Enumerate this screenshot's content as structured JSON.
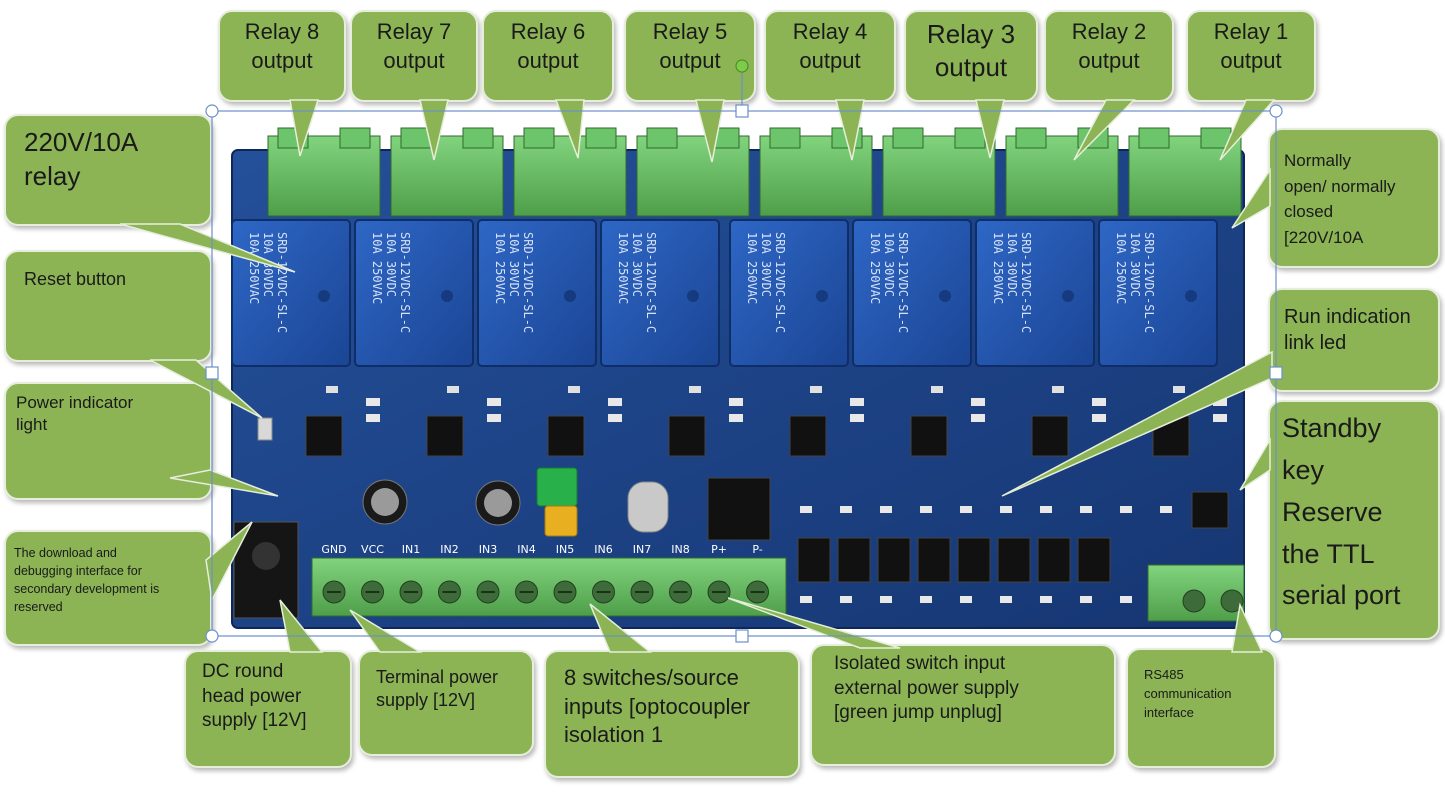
{
  "colors": {
    "callout": "#8cb455",
    "callout_border": "#e6eedb",
    "pcb": "#1c3f86",
    "relay": "#2255b4",
    "terminal_top": "#6cc56b",
    "terminal_bottom": "#4f9f4a",
    "screw": "#3e6b3a",
    "chip": "#111111",
    "jumper_green": "#28b04a",
    "jumper_yellow": "#e8b020",
    "selection": "#6b8fc7"
  },
  "relays": [
    {
      "lines": [
        "10A 250VAC",
        "10A 30VDC",
        "SRD-12VDC-SL-C"
      ]
    },
    {
      "lines": [
        "10A 250VAC",
        "10A 30VDC",
        "SRD-12VDC-SL-C"
      ]
    },
    {
      "lines": [
        "10A 250VAC",
        "10A 30VDC",
        "SRD-12VDC-SL-C"
      ]
    },
    {
      "lines": [
        "10A 250VAC",
        "10A 30VDC",
        "SRD-12VDC-SL-C"
      ]
    },
    {
      "lines": [
        "10A 250VAC",
        "10A 30VDC",
        "SRD-12VDC-SL-C"
      ]
    },
    {
      "lines": [
        "10A 250VAC",
        "10A 30VDC",
        "SRD-12VDC-SL-C"
      ]
    },
    {
      "lines": [
        "10A 250VAC",
        "10A 30VDC",
        "SRD-12VDC-SL-C"
      ]
    },
    {
      "lines": [
        "10A 250VAC",
        "10A 30VDC",
        "SRD-12VDC-SL-C"
      ]
    }
  ],
  "pin_labels": [
    "GND",
    "VCC",
    "IN1",
    "IN2",
    "IN3",
    "IN4",
    "IN5",
    "IN6",
    "IN7",
    "IN8",
    "P+",
    "P-"
  ],
  "callouts": {
    "relay8": {
      "lines": [
        "Relay  8",
        "output"
      ]
    },
    "relay7": {
      "lines": [
        "Relay  7",
        "output"
      ]
    },
    "relay6": {
      "lines": [
        "Relay 6",
        "output"
      ]
    },
    "relay5": {
      "lines": [
        "Relay 5",
        "output"
      ]
    },
    "relay4": {
      "lines": [
        "Relay 4",
        "output"
      ]
    },
    "relay3": {
      "lines": [
        "Relay 3",
        "output"
      ]
    },
    "relay2": {
      "lines": [
        "Relay 2",
        "output"
      ]
    },
    "relay1": {
      "lines": [
        "Relay 1",
        "output"
      ]
    },
    "relay_rating": {
      "lines": [
        "220V/10A",
        "relay"
      ]
    },
    "reset_button": {
      "lines": [
        "Reset button"
      ]
    },
    "power_indicator": {
      "lines": [
        "Power indicator",
        "light"
      ]
    },
    "download_interface": {
      "lines": [
        "The download and",
        "debugging interface for",
        "secondary development is",
        "reserved"
      ]
    },
    "dc_power": {
      "lines": [
        "DC round",
        "head power",
        "supply [12V]"
      ]
    },
    "terminal_power": {
      "lines": [
        "Terminal power",
        "supply [12V]"
      ]
    },
    "switch_inputs": {
      "lines": [
        "8 switches/source",
        "inputs [optocoupler",
        "isolation 1"
      ]
    },
    "isolated_input": {
      "lines": [
        "Isolated switch input",
        "external power supply",
        "[green jump unplug]"
      ]
    },
    "rs485": {
      "lines": [
        "RS485",
        "communication",
        "interface"
      ]
    },
    "normally_open": {
      "lines": [
        "Normally",
        "open/ normally",
        " closed",
        "[220V/10A"
      ]
    },
    "run_indication": {
      "lines": [
        "Run indication",
        "link led"
      ]
    },
    "standby_key": {
      "lines": [
        "Standby",
        "key",
        "Reserve",
        "the TTL",
        "serial port"
      ]
    }
  }
}
